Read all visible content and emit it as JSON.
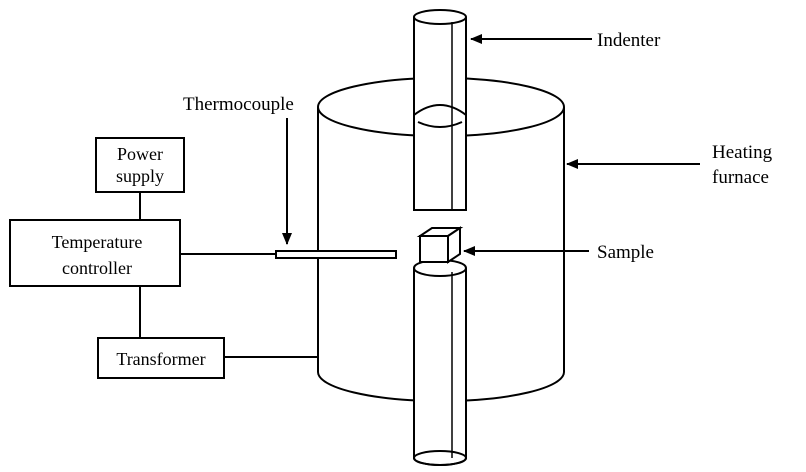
{
  "diagram": {
    "boxes": {
      "power_supply": [
        "Power",
        "supply"
      ],
      "temperature_controller": [
        "Temperature",
        "controller"
      ],
      "transformer": "Transformer"
    },
    "labels": {
      "indenter": "Indenter",
      "thermocouple": "Thermocouple",
      "heating_furnace": [
        "Heating",
        "furnace"
      ],
      "sample": "Sample"
    }
  }
}
